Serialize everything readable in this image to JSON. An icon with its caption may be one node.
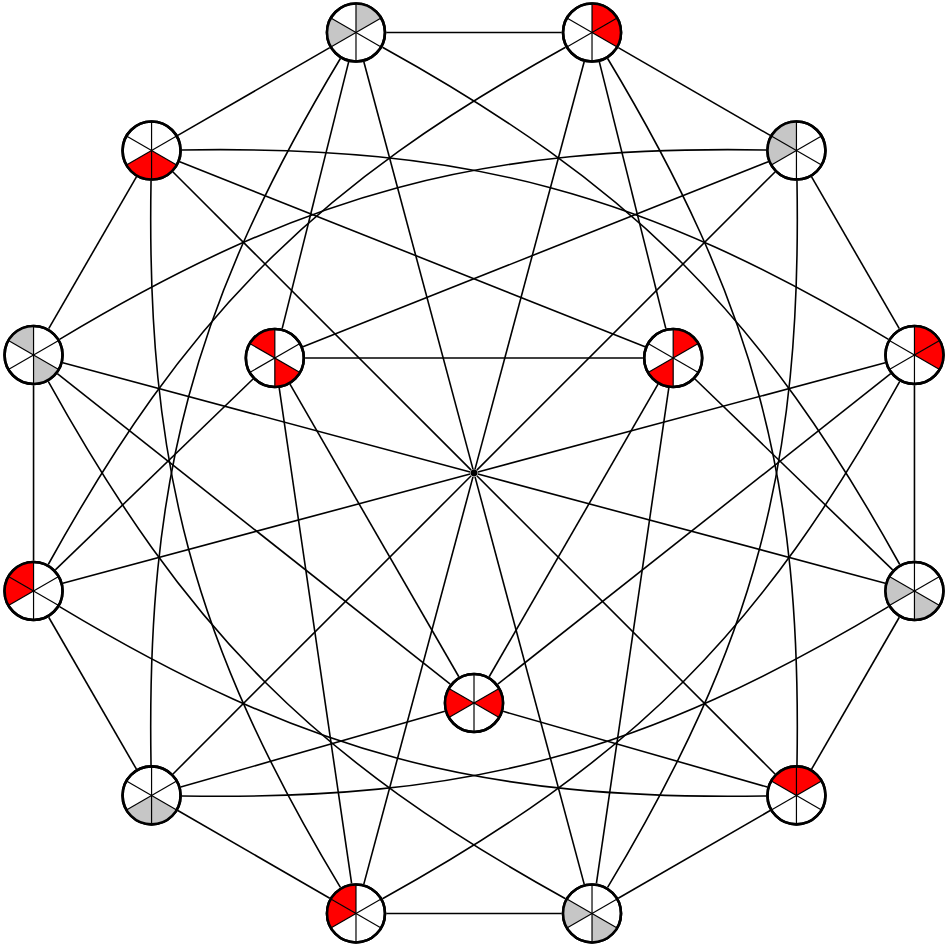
{
  "diagram": {
    "nodes": [
      {
        "text": [],
        "shape": "circle"
      },
      {
        "text": [],
        "shape": "circle"
      },
      {
        "text": [],
        "shape": "circle"
      },
      {
        "text": [],
        "shape": "circle"
      },
      {
        "text": [],
        "shape": "circle"
      },
      {
        "text": [],
        "shape": "circle"
      },
      {
        "text": [],
        "shape": "circle"
      },
      {
        "text": [],
        "shape": "circle"
      },
      {
        "text": [],
        "shape": "circle"
      },
      {
        "text": [],
        "shape": "circle"
      },
      {
        "text": [],
        "shape": "circle"
      },
      {
        "text": [],
        "shape": "circle"
      },
      {
        "text": [],
        "shape": "circle"
      },
      {
        "text": [],
        "shape": "circle"
      },
      {
        "text": [],
        "shape": "circle"
      },
      {
        "text": [],
        "shape": "dot"
      }
    ],
    "edges": [
      {
        "from": 1,
        "to": 3,
        "arrow": "none"
      },
      {
        "from": 3,
        "to": 7,
        "arrow": "none"
      },
      {
        "from": 7,
        "to": 9,
        "arrow": "none"
      },
      {
        "from": 9,
        "to": 12,
        "arrow": "none"
      },
      {
        "from": 12,
        "to": 14,
        "arrow": "none"
      },
      {
        "from": 14,
        "to": 13,
        "arrow": "none"
      },
      {
        "from": 13,
        "to": 11,
        "arrow": "none"
      },
      {
        "from": 11,
        "to": 8,
        "arrow": "none"
      },
      {
        "from": 8,
        "to": 4,
        "arrow": "none"
      },
      {
        "from": 4,
        "to": 2,
        "arrow": "none"
      },
      {
        "from": 2,
        "to": 0,
        "arrow": "none"
      },
      {
        "from": 0,
        "to": 1,
        "arrow": "none"
      },
      {
        "from": 15,
        "to": 0,
        "arrow": "none"
      },
      {
        "from": 15,
        "to": 1,
        "arrow": "none"
      },
      {
        "from": 15,
        "to": 2,
        "arrow": "none"
      },
      {
        "from": 15,
        "to": 3,
        "arrow": "none"
      },
      {
        "from": 15,
        "to": 4,
        "arrow": "none"
      },
      {
        "from": 15,
        "to": 7,
        "arrow": "none"
      },
      {
        "from": 15,
        "to": 8,
        "arrow": "none"
      },
      {
        "from": 15,
        "to": 9,
        "arrow": "none"
      },
      {
        "from": 15,
        "to": 11,
        "arrow": "none"
      },
      {
        "from": 15,
        "to": 12,
        "arrow": "none"
      },
      {
        "from": 15,
        "to": 13,
        "arrow": "none"
      },
      {
        "from": 15,
        "to": 14,
        "arrow": "none"
      },
      {
        "from": 1,
        "to": 12,
        "arrow": "none"
      },
      {
        "from": 3,
        "to": 14,
        "arrow": "none"
      },
      {
        "from": 7,
        "to": 13,
        "arrow": "none"
      },
      {
        "from": 9,
        "to": 11,
        "arrow": "none"
      },
      {
        "from": 12,
        "to": 8,
        "arrow": "none"
      },
      {
        "from": 14,
        "to": 4,
        "arrow": "none"
      },
      {
        "from": 13,
        "to": 2,
        "arrow": "none"
      },
      {
        "from": 11,
        "to": 0,
        "arrow": "none"
      },
      {
        "from": 8,
        "to": 1,
        "arrow": "none"
      },
      {
        "from": 4,
        "to": 3,
        "arrow": "none"
      },
      {
        "from": 2,
        "to": 7,
        "arrow": "none"
      },
      {
        "from": 0,
        "to": 9,
        "arrow": "none"
      },
      {
        "from": 5,
        "to": 0,
        "arrow": "none"
      },
      {
        "from": 5,
        "to": 8,
        "arrow": "none"
      },
      {
        "from": 5,
        "to": 13,
        "arrow": "none"
      },
      {
        "from": 5,
        "to": 3,
        "arrow": "none"
      },
      {
        "from": 6,
        "to": 9,
        "arrow": "none"
      },
      {
        "from": 6,
        "to": 1,
        "arrow": "none"
      },
      {
        "from": 6,
        "to": 2,
        "arrow": "none"
      },
      {
        "from": 6,
        "to": 14,
        "arrow": "none"
      },
      {
        "from": 10,
        "to": 11,
        "arrow": "none"
      },
      {
        "from": 10,
        "to": 12,
        "arrow": "none"
      },
      {
        "from": 10,
        "to": 7,
        "arrow": "none"
      },
      {
        "from": 10,
        "to": 4,
        "arrow": "none"
      },
      {
        "from": 5,
        "to": 6,
        "arrow": "none"
      },
      {
        "from": 6,
        "to": 10,
        "arrow": "none"
      },
      {
        "from": 5,
        "to": 10,
        "arrow": "none"
      }
    ]
  }
}
